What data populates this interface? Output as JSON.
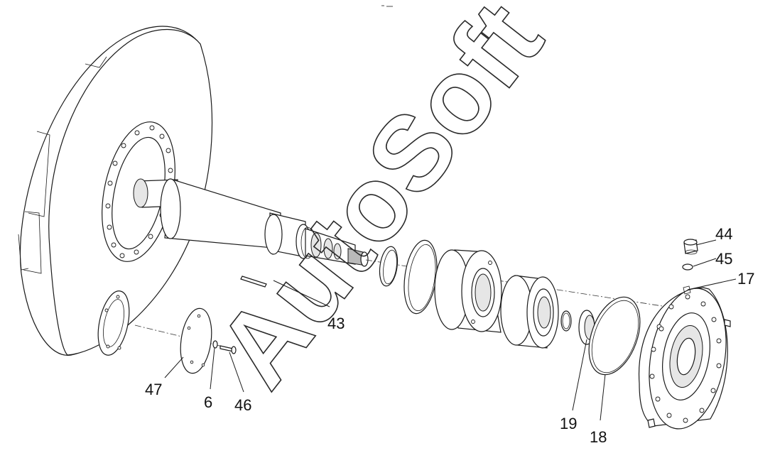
{
  "callouts": {
    "c44": "44",
    "c45": "45",
    "c17": "17",
    "c43": "43",
    "c47": "47",
    "c6": "6",
    "c46": "46",
    "c19": "19",
    "c18": "18"
  },
  "watermark": "AutoSoft"
}
